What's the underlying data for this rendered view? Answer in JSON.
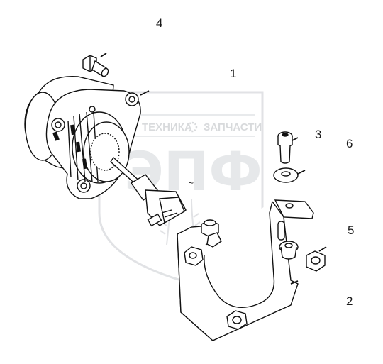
{
  "watermark": {
    "brand_word_1": "ТЕХНИКА",
    "brand_word_2": "ЗАПЧАСТИ",
    "logo_letters": "ЭПФ",
    "color": "#c9ccd0"
  },
  "callouts": [
    {
      "id": "4",
      "label": "4"
    },
    {
      "id": "1",
      "label": "1"
    },
    {
      "id": "3",
      "label": "3"
    },
    {
      "id": "6",
      "label": "6"
    },
    {
      "id": "5",
      "label": "5"
    },
    {
      "id": "2",
      "label": "2"
    }
  ],
  "connector_marking": "~"
}
